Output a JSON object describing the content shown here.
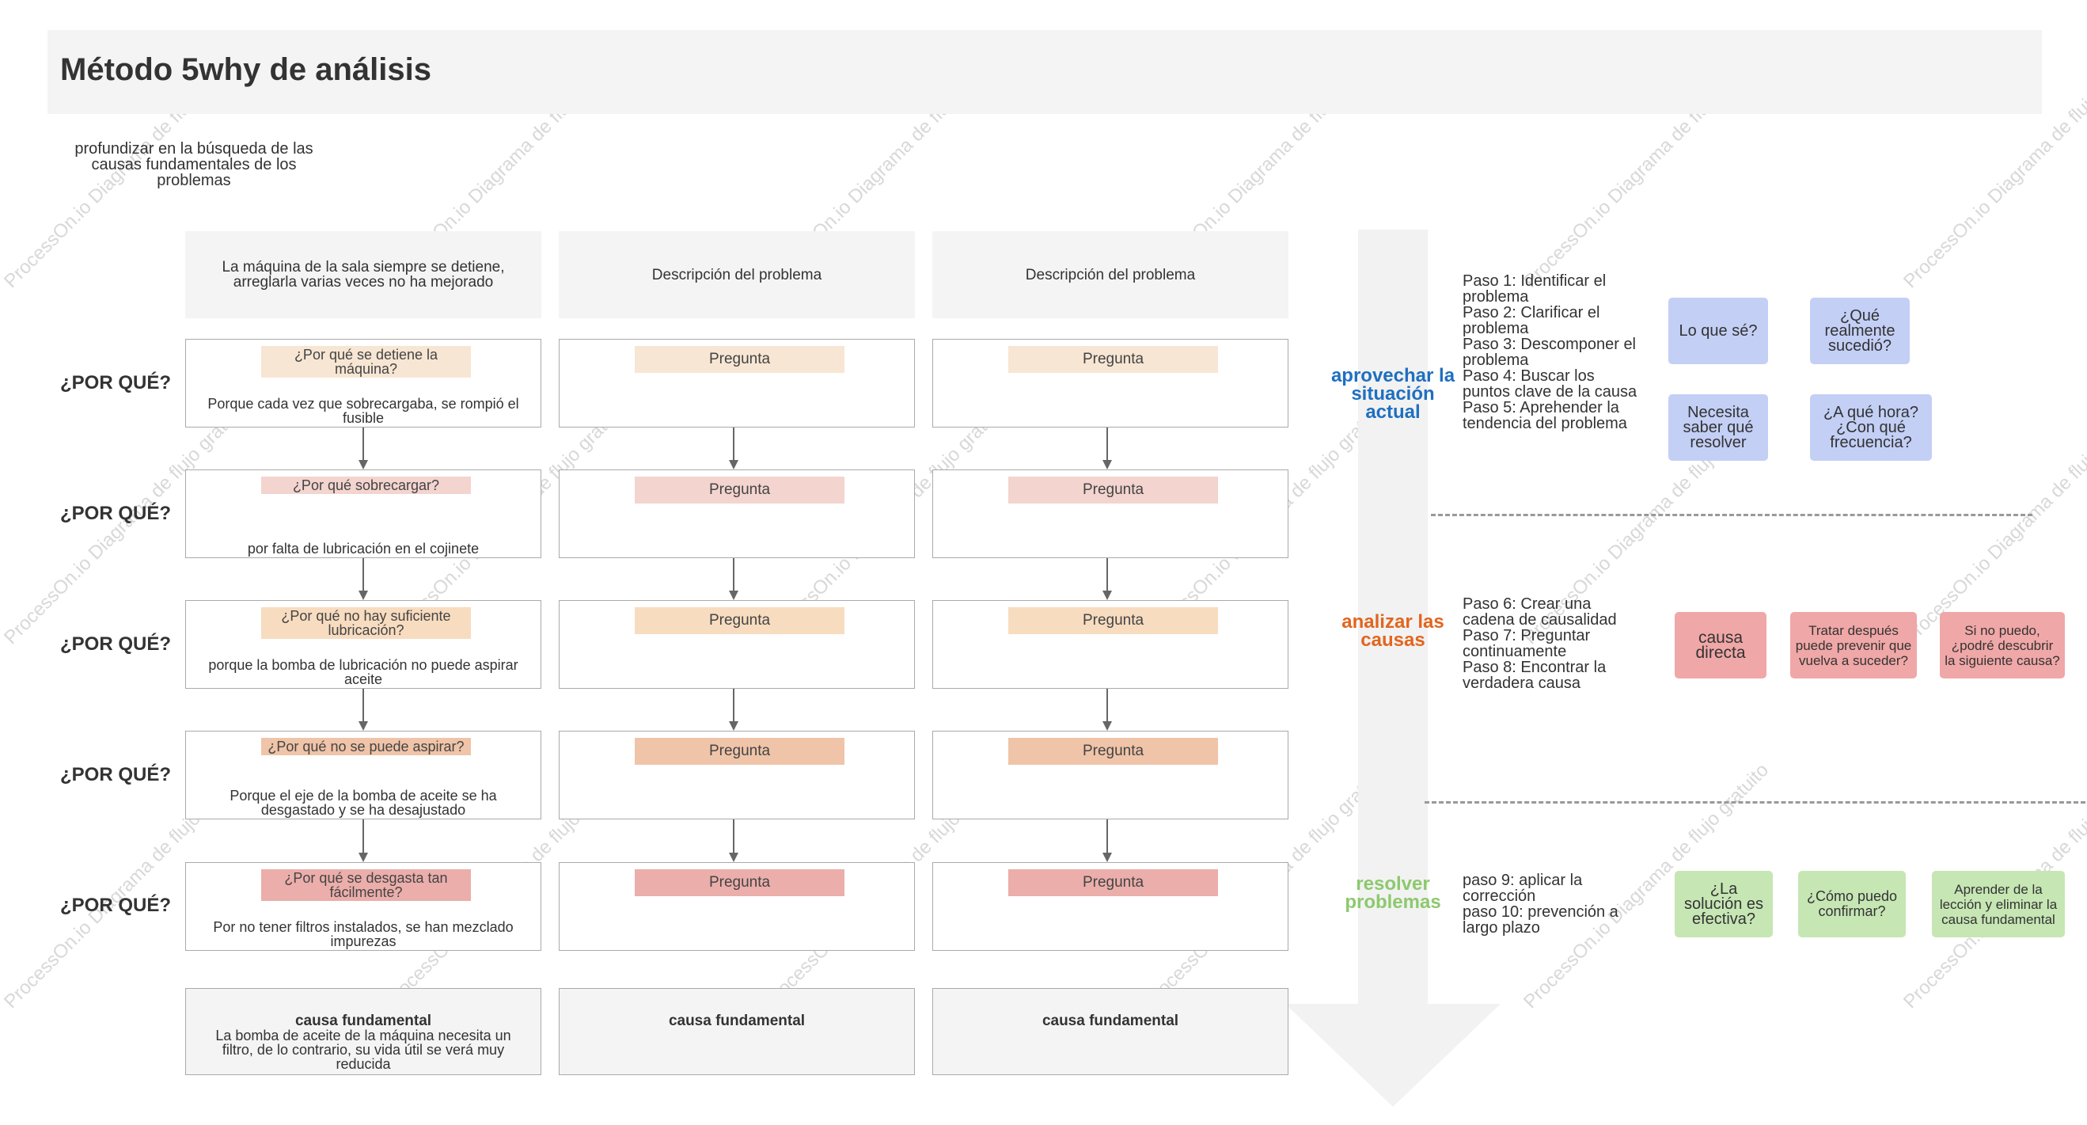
{
  "title": "Método 5why de análisis",
  "subtitle": "profundizar en la búsqueda de las causas fundamentales de los problemas",
  "why_label": "¿POR QUÉ?",
  "columns": [
    {
      "header": "La máquina de la sala siempre se detiene, arreglarla varias veces no ha mejorado",
      "rows": [
        {
          "question": "¿Por qué se detiene la máquina?",
          "answer": "Porque cada vez que sobrecargaba, se rompió el fusible"
        },
        {
          "question": "¿Por qué sobrecargar?",
          "answer": "por falta de lubricación en el cojinete"
        },
        {
          "question": "¿Por qué no hay suficiente lubricación?",
          "answer": "porque la bomba de lubricación no puede aspirar aceite"
        },
        {
          "question": "¿Por qué no se puede aspirar?",
          "answer": "Porque el eje de la bomba de aceite se ha desgastado y se ha desajustado"
        },
        {
          "question": "¿Por qué se desgasta tan fácilmente?",
          "answer": "Por no tener filtros instalados, se han mezclado impurezas"
        }
      ],
      "root_title": "causa fundamental",
      "root_desc": "La bomba de aceite de la máquina necesita un filtro, de lo contrario, su vida útil se verá muy reducida"
    },
    {
      "header": "Descripción del problema",
      "rows": [
        {
          "question": "Pregunta",
          "answer": ""
        },
        {
          "question": "Pregunta",
          "answer": ""
        },
        {
          "question": "Pregunta",
          "answer": ""
        },
        {
          "question": "Pregunta",
          "answer": ""
        },
        {
          "question": "Pregunta",
          "answer": ""
        }
      ],
      "root_title": "causa fundamental",
      "root_desc": ""
    },
    {
      "header": "Descripción del problema",
      "rows": [
        {
          "question": "Pregunta",
          "answer": ""
        },
        {
          "question": "Pregunta",
          "answer": ""
        },
        {
          "question": "Pregunta",
          "answer": ""
        },
        {
          "question": "Pregunta",
          "answer": ""
        },
        {
          "question": "Pregunta",
          "answer": ""
        }
      ],
      "root_title": "causa fundamental",
      "root_desc": ""
    }
  ],
  "row_colors": [
    "#f7e6d3",
    "#f3d4cf",
    "#f8dcc0",
    "#f0c4a8",
    "#ebaeab"
  ],
  "sections": [
    {
      "label": "aprovechar la situación actual",
      "color": "#1f6fc0",
      "steps": "Paso 1: Identificar el problema\nPaso 2: Clarificar el problema\nPaso 3: Descomponer el problema\nPaso 4: Buscar los puntos clave de la causa\nPaso 5: Aprehender la tendencia del problema",
      "chips": [
        "Lo que sé?",
        "¿Qué realmente sucedió?",
        "Necesita saber qué resolver",
        "¿A qué hora? ¿Con qué frecuencia?"
      ]
    },
    {
      "label": "analizar las causas",
      "color": "#e2651e",
      "steps": "Paso 6: Crear una cadena de causalidad\nPaso 7: Preguntar continuamente\nPaso 8: Encontrar la verdadera causa",
      "chips": [
        "causa directa",
        "Tratar después puede prevenir que vuelva a suceder?",
        "Si no puedo, ¿podré descubrir la siguiente causa?"
      ]
    },
    {
      "label": "resolver problemas",
      "color": "#8cc96e",
      "steps": "paso 9: aplicar la corrección\npaso 10: prevención a largo plazo",
      "chips": [
        "¿La solución es efectiva?",
        "¿Cómo puedo confirmar?",
        "Aprender de la lección y eliminar la causa fundamental"
      ]
    }
  ],
  "watermark": "ProcessOn.io Diagrama de flujo gratuito",
  "colors": {
    "header_bg": "#f4f4f4",
    "arrow_bg": "#f2f2f2",
    "box_border": "#aaaaaa"
  }
}
